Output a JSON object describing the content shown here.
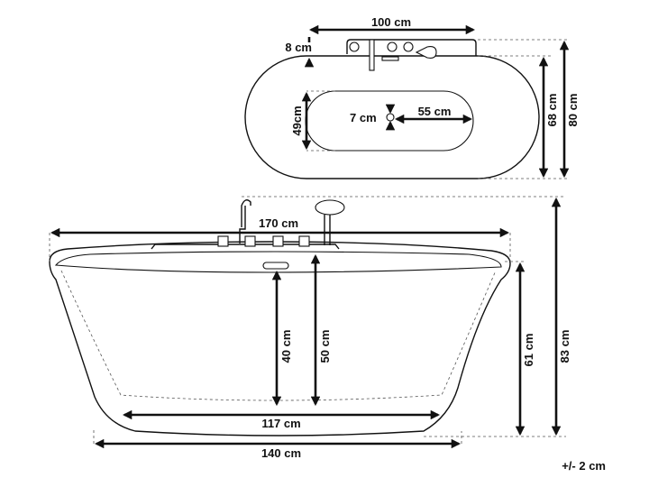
{
  "labels": {
    "top_width": "100 cm",
    "rim": "8 cm",
    "drain": "7 cm",
    "inner_half_length": "55 cm",
    "inner_width": "49cm",
    "outer_depth_inner": "68 cm",
    "outer_depth": "80 cm",
    "side_length": "170 cm",
    "water_depth": "40 cm",
    "basin_depth": "50 cm",
    "bottom_inner": "117 cm",
    "base_length": "140 cm",
    "front_height": "61 cm",
    "total_height": "83 cm",
    "tolerance": "+/- 2 cm"
  },
  "colors": {
    "line": "#111111",
    "dash": "#555555",
    "background": "#ffffff"
  }
}
